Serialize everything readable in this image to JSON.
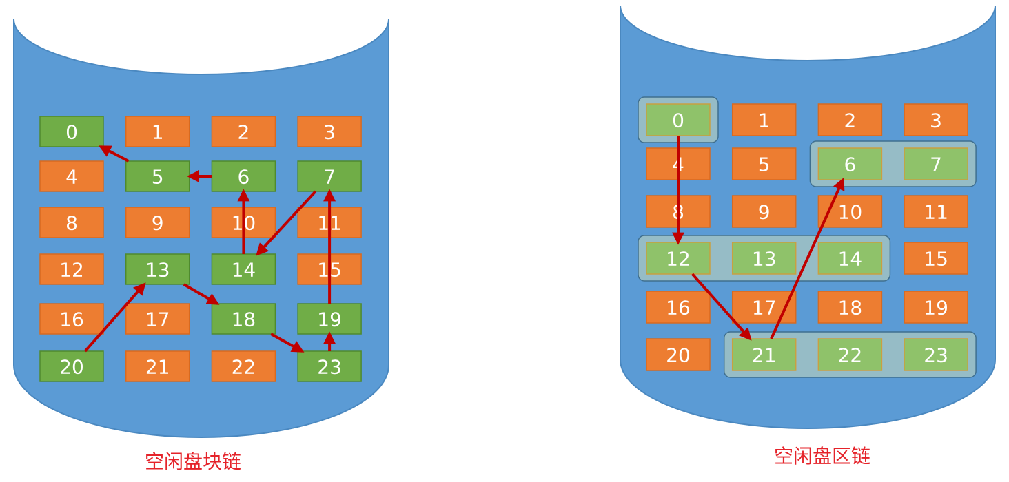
{
  "colors": {
    "disk_body": "#5b9bd5",
    "disk_edge": "#4a88c0",
    "free_block": "#70ad47",
    "used_block": "#ed7d31",
    "free_block_light": "#8fc26a",
    "extent_box": "#9cc0c4",
    "arrow": "#c00000",
    "caption": "#e5232a"
  },
  "left_disk": {
    "caption": "空闲盘块链",
    "blocks": [
      {
        "id": "0",
        "free": true
      },
      {
        "id": "1",
        "free": false
      },
      {
        "id": "2",
        "free": false
      },
      {
        "id": "3",
        "free": false
      },
      {
        "id": "4",
        "free": false
      },
      {
        "id": "5",
        "free": true
      },
      {
        "id": "6",
        "free": true
      },
      {
        "id": "7",
        "free": true
      },
      {
        "id": "8",
        "free": false
      },
      {
        "id": "9",
        "free": false
      },
      {
        "id": "10",
        "free": false
      },
      {
        "id": "11",
        "free": false
      },
      {
        "id": "12",
        "free": false
      },
      {
        "id": "13",
        "free": true
      },
      {
        "id": "14",
        "free": true
      },
      {
        "id": "15",
        "free": false
      },
      {
        "id": "16",
        "free": false
      },
      {
        "id": "17",
        "free": false
      },
      {
        "id": "18",
        "free": true
      },
      {
        "id": "19",
        "free": true
      },
      {
        "id": "20",
        "free": true
      },
      {
        "id": "21",
        "free": false
      },
      {
        "id": "22",
        "free": false
      },
      {
        "id": "23",
        "free": true
      }
    ],
    "chain": [
      [
        "20",
        "13"
      ],
      [
        "13",
        "18"
      ],
      [
        "18",
        "23"
      ],
      [
        "23",
        "19"
      ],
      [
        "19",
        "7"
      ],
      [
        "7",
        "14"
      ],
      [
        "14",
        "6"
      ],
      [
        "6",
        "5"
      ],
      [
        "5",
        "0"
      ]
    ]
  },
  "right_disk": {
    "caption": "空闲盘区链",
    "blocks": [
      {
        "id": "0",
        "free": true
      },
      {
        "id": "1",
        "free": false
      },
      {
        "id": "2",
        "free": false
      },
      {
        "id": "3",
        "free": false
      },
      {
        "id": "4",
        "free": false
      },
      {
        "id": "5",
        "free": false
      },
      {
        "id": "6",
        "free": true
      },
      {
        "id": "7",
        "free": true
      },
      {
        "id": "8",
        "free": false
      },
      {
        "id": "9",
        "free": false
      },
      {
        "id": "10",
        "free": false
      },
      {
        "id": "11",
        "free": false
      },
      {
        "id": "12",
        "free": true
      },
      {
        "id": "13",
        "free": true
      },
      {
        "id": "14",
        "free": true
      },
      {
        "id": "15",
        "free": false
      },
      {
        "id": "16",
        "free": false
      },
      {
        "id": "17",
        "free": false
      },
      {
        "id": "18",
        "free": false
      },
      {
        "id": "19",
        "free": false
      },
      {
        "id": "20",
        "free": false
      },
      {
        "id": "21",
        "free": true
      },
      {
        "id": "22",
        "free": true
      },
      {
        "id": "23",
        "free": true
      }
    ],
    "extents": [
      [
        "0"
      ],
      [
        "6",
        "7"
      ],
      [
        "12",
        "13",
        "14"
      ],
      [
        "21",
        "22",
        "23"
      ]
    ],
    "chain": [
      [
        "0",
        "12"
      ],
      [
        "12",
        "21"
      ],
      [
        "21",
        "6"
      ]
    ]
  }
}
